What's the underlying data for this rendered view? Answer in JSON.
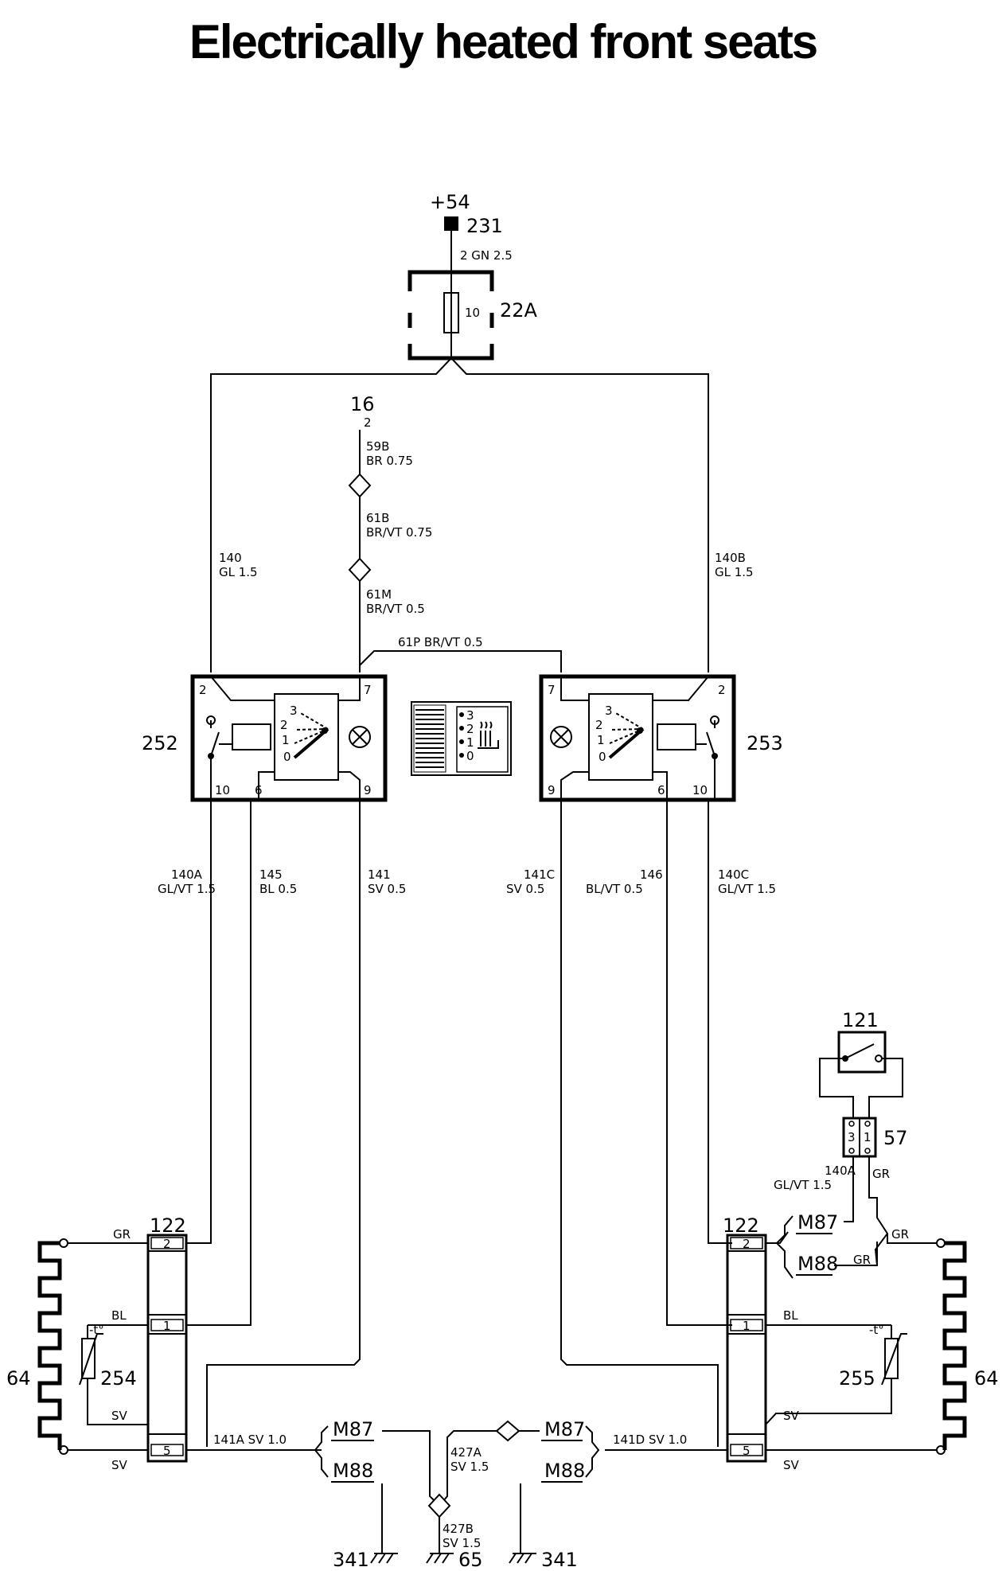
{
  "title": "Electrically heated front seats",
  "supply": {
    "terminal": "+54",
    "node": "231",
    "wire": "2  GN  2.5"
  },
  "fuse": {
    "rating": "10",
    "id": "22A"
  },
  "feed": {
    "id": "16",
    "pin": "2"
  },
  "wires": {
    "w59b": {
      "id": "59B",
      "spec": "BR  0.75"
    },
    "w61b": {
      "id": "61B",
      "spec": "BR/VT  0.75"
    },
    "w61m": {
      "id": "61M",
      "spec": "BR/VT  0.5"
    },
    "w61p": "61P  BR/VT  0.5",
    "w140": {
      "id": "140",
      "spec": "GL  1.5"
    },
    "w140b": {
      "id": "140B",
      "spec": "GL  1.5"
    },
    "w140a": {
      "id": "140A",
      "spec": "GL/VT  1.5"
    },
    "w145": {
      "id": "145",
      "spec": "BL  0.5"
    },
    "w141": {
      "id": "141",
      "spec": "SV  0.5"
    },
    "w141c": {
      "id": "141C",
      "spec": "SV  0.5"
    },
    "w146": {
      "id": "146",
      "spec": "BL/VT  0.5"
    },
    "w140c": {
      "id": "140C",
      "spec": "GL/VT  1.5"
    },
    "w140a_r": {
      "id": "140A",
      "spec": "GL/VT  1.5"
    },
    "w141a": "141A  SV  1.0",
    "w141d": "141D  SV  1.0",
    "w427a": {
      "id": "427A",
      "spec": "SV  1.5"
    },
    "w427b": {
      "id": "427B",
      "spec": "SV  1.5"
    }
  },
  "switch_left": {
    "id": "252",
    "pins": [
      "2",
      "7",
      "10",
      "6",
      "9"
    ],
    "positions": [
      "3",
      "2",
      "1",
      "0"
    ]
  },
  "switch_right": {
    "id": "253",
    "pins": [
      "7",
      "2",
      "9",
      "6",
      "10"
    ],
    "positions": [
      "3",
      "2",
      "1",
      "0"
    ]
  },
  "legend_symbol": [
    "3",
    "2",
    "1",
    "0"
  ],
  "seat_switch": {
    "id": "121"
  },
  "connector57": {
    "id": "57",
    "pins": [
      "3",
      "1"
    ],
    "wire_gr": "GR"
  },
  "connector122_left": {
    "id": "122",
    "pins": [
      "2",
      "1",
      "5"
    ]
  },
  "connector122_right": {
    "id": "122",
    "pins": [
      "2",
      "1",
      "5"
    ]
  },
  "wire_colors": {
    "gr": "GR",
    "bl": "BL",
    "sv": "SV"
  },
  "elements": {
    "heater_left": "64",
    "heater_right": "64",
    "sensor_left": "254",
    "sensor_right": "255",
    "temp_symbol": "-t°"
  },
  "variants": {
    "m87": "M87",
    "m88": "M88"
  },
  "grounds": {
    "left": "341",
    "center": "65",
    "right": "341"
  }
}
